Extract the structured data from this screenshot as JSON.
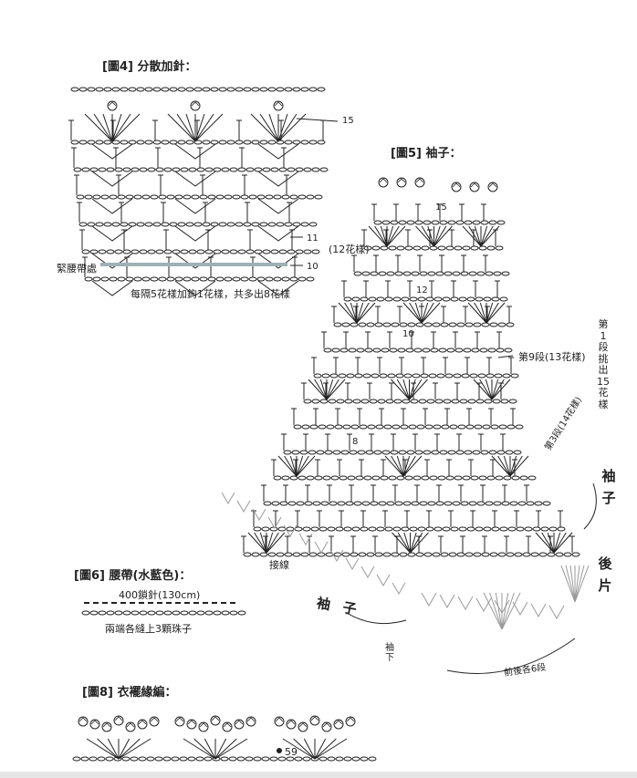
{
  "fig4": {
    "title": "[圖4] 分散加針：",
    "row15": "15",
    "row11": "11",
    "row10": "10",
    "waist_label": "緊腰帶處",
    "note": "每隔5花樣加鉤1花樣，共多出8花樣"
  },
  "fig5": {
    "title": "[圖5] 袖子：",
    "motif_label": "(12花樣)",
    "row15": "15",
    "row12": "12",
    "row10": "10",
    "row8": "8",
    "row9_label": "第9段(13花樣)",
    "row3_label": "第3段(14花樣)",
    "row1_label": "第1段挑出15花樣",
    "join_label": "接線",
    "sleeve_right": "袖子",
    "back_piece": "後片",
    "sleeve_left": "袖子",
    "underarm": "袖下",
    "front_back_label": "前後各6段"
  },
  "fig6": {
    "title": "[圖6] 腰帶(水藍色)：",
    "chain": "400鎖針(130cm)",
    "note": "兩端各縫上3顆珠子"
  },
  "fig8": {
    "title": "[圖8] 衣襬緣編：",
    "page_number": "59"
  },
  "colors": {
    "ink": "#222222",
    "gray_stitch": "#9a9a9a",
    "waist_band": "#9fb0b6"
  }
}
